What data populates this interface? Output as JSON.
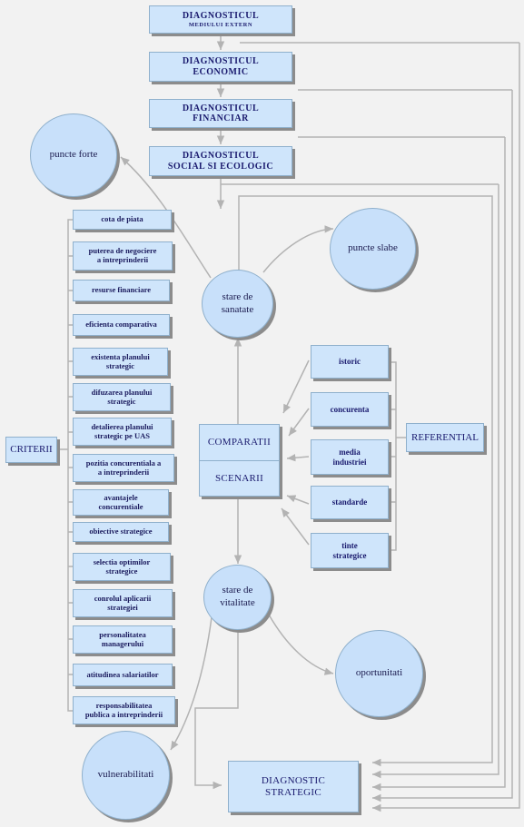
{
  "top_diagnostics": [
    {
      "line1": "DIAGNOSTICUL",
      "line2": "MEDIULUI EXTERN"
    },
    {
      "line1": "DIAGNOSTICUL",
      "line2": "ECONOMIC"
    },
    {
      "line1": "DIAGNOSTICUL",
      "line2": "FINANCIAR"
    },
    {
      "line1": "DIAGNOSTICUL",
      "line2": "SOCIAL SI ECOLOGIC"
    }
  ],
  "criterii_label": "CRITERII",
  "criterii": [
    {
      "line1": "cota de piata",
      "line2": ""
    },
    {
      "line1": "puterea de negociere",
      "line2": "a intreprinderii"
    },
    {
      "line1": "resurse financiare",
      "line2": ""
    },
    {
      "line1": "eficienta comparativa",
      "line2": ""
    },
    {
      "line1": "existenta planului",
      "line2": "strategic"
    },
    {
      "line1": "difuzarea planului",
      "line2": "strategic"
    },
    {
      "line1": "detalierea planului",
      "line2": "strategic pe UAS"
    },
    {
      "line1": "pozitia concurentiala a",
      "line2": "a intreprinderii"
    },
    {
      "line1": "avantajele",
      "line2": "concurentiale"
    },
    {
      "line1": "obiective strategice",
      "line2": ""
    },
    {
      "line1": "selectia optimilor",
      "line2": "strategice"
    },
    {
      "line1": "conrolul aplicarii",
      "line2": "strategiei"
    },
    {
      "line1": "personalitatea",
      "line2": "managerului"
    },
    {
      "line1": "atitudinea salariatilor",
      "line2": ""
    },
    {
      "line1": "responsabilitatea",
      "line2": "publica a intreprinderii"
    }
  ],
  "circles": {
    "puncte_forte": "puncte forte",
    "puncte_slabe": "puncte slabe",
    "stare_sanatate_1": "stare de",
    "stare_sanatate_2": "sanatate",
    "stare_vitalitate_1": "stare de",
    "stare_vitalitate_2": "vitalitate",
    "oportunitati": "oportunitati",
    "vulnerabilitati": "vulnerabilitati"
  },
  "comparatii": "COMPARATII",
  "scenarii": "SCENARII",
  "referential_items": [
    {
      "line1": "istoric",
      "line2": ""
    },
    {
      "line1": "concurenta",
      "line2": ""
    },
    {
      "line1": "media",
      "line2": "industriei"
    },
    {
      "line1": "standarde",
      "line2": ""
    },
    {
      "line1": "tinte",
      "line2": "strategice"
    }
  ],
  "referential_label": "REFERENTIAL",
  "diagnostic_strategic": {
    "line1": "DIAGNOSTIC",
    "line2": "STRATEGIC"
  }
}
